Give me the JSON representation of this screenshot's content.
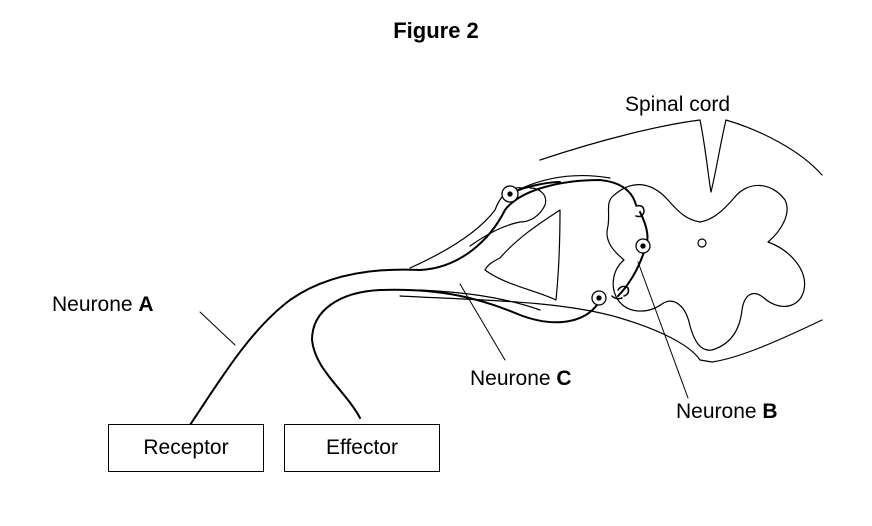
{
  "title": "Figure 2",
  "labels": {
    "spinal_cord": "Spinal cord",
    "neurone_a_prefix": "Neurone ",
    "neurone_a_letter": "A",
    "neurone_b_prefix": "Neurone ",
    "neurone_b_letter": "B",
    "neurone_c_prefix": "Neurone ",
    "neurone_c_letter": "C"
  },
  "boxes": {
    "receptor": "Receptor",
    "effector": "Effector"
  }
}
